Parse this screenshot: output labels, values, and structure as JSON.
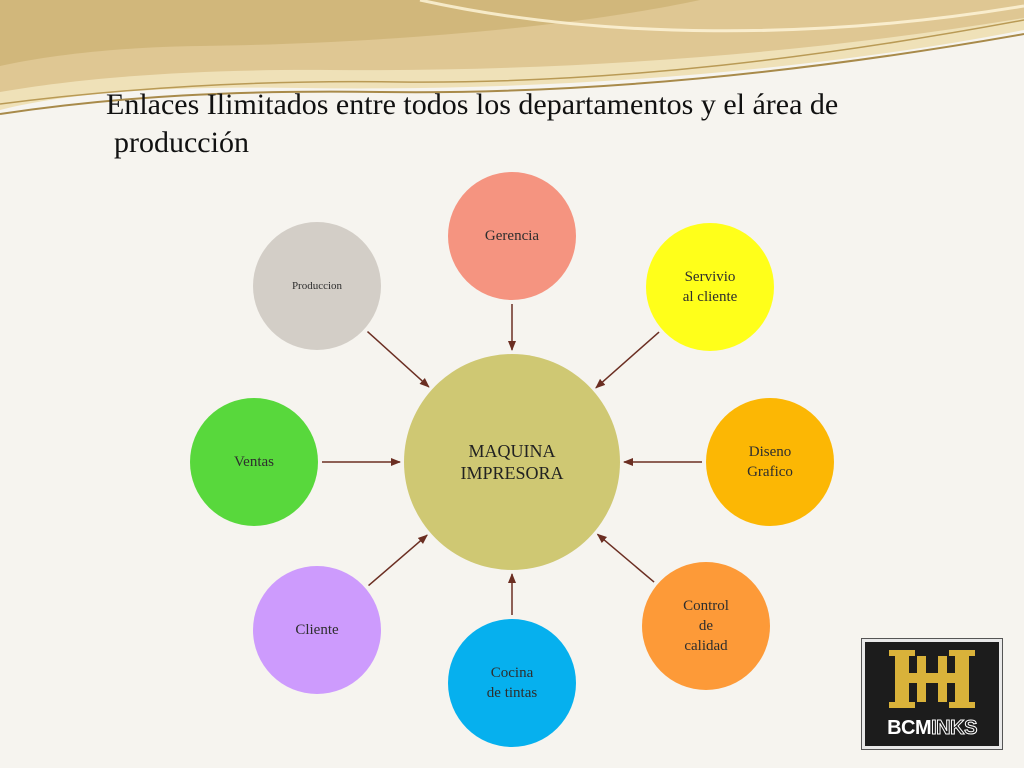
{
  "slide": {
    "title_line1": "Enlaces Ilimitados entre todos los departamentos y el área de",
    "title_line2": "producción"
  },
  "diagram": {
    "center": {
      "label": "MAQUINA\nIMPRESORA",
      "color": "#cfc873"
    },
    "arrow_color": "#6b2e22",
    "nodes": [
      {
        "id": "gerencia",
        "label": "Gerencia",
        "color": "#f59480"
      },
      {
        "id": "servicio",
        "label": "Servivio\nal cliente",
        "color": "#ffff1a"
      },
      {
        "id": "diseno",
        "label": "Diseno\nGrafico",
        "color": "#fcb704"
      },
      {
        "id": "control",
        "label": "Control\nde\ncalidad",
        "color": "#fd9a38"
      },
      {
        "id": "cocina",
        "label": "Cocina\nde tintas",
        "color": "#06b0ee"
      },
      {
        "id": "cliente",
        "label": "Cliente",
        "color": "#cd9bfd"
      },
      {
        "id": "ventas",
        "label": "Ventas",
        "color": "#58d83c"
      },
      {
        "id": "produccion",
        "label": "Produccion",
        "color": "#d3cec7"
      }
    ]
  },
  "logo": {
    "text": "BCMINKS",
    "monogram": "HH",
    "colors": {
      "background": "#1c1c1c",
      "gold": "#d9b23a",
      "text": "#ffffff"
    }
  },
  "theme": {
    "background": "#f6f4ef",
    "swoosh_colors": [
      "#dcc28c",
      "#b99a55",
      "#efe1b8",
      "#a88a4a"
    ]
  }
}
